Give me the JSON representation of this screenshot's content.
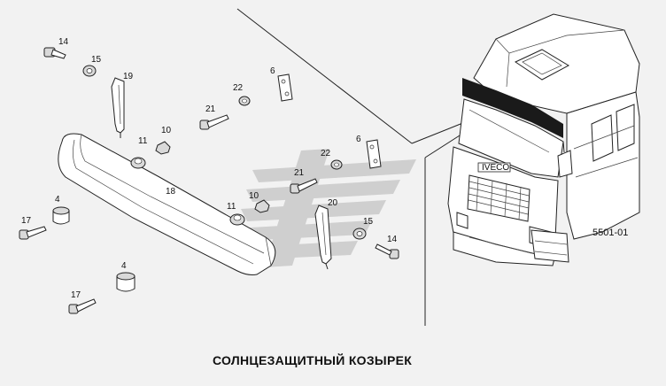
{
  "title": "СОЛНЦЕЗАЩИТНЫЙ КОЗЫРЕК",
  "figure_code": "5501-01",
  "brand_badge": "IVECO",
  "colors": {
    "background": "#f2f2f2",
    "line": "#222222",
    "watermark": "#c8c8c8",
    "visor_band": "#1a1a1a"
  },
  "callouts": {
    "p14a": "14",
    "p15a": "15",
    "p19": "19",
    "p6a": "6",
    "p22a": "22",
    "p21a": "21",
    "p11a": "11",
    "p10a": "10",
    "p18": "18",
    "p4a": "4",
    "p17a": "17",
    "p6b": "6",
    "p22b": "22",
    "p21b": "21",
    "p10b": "10",
    "p11b": "11",
    "p20": "20",
    "p15b": "15",
    "p14b": "14",
    "p4b": "4",
    "p17b": "17"
  }
}
